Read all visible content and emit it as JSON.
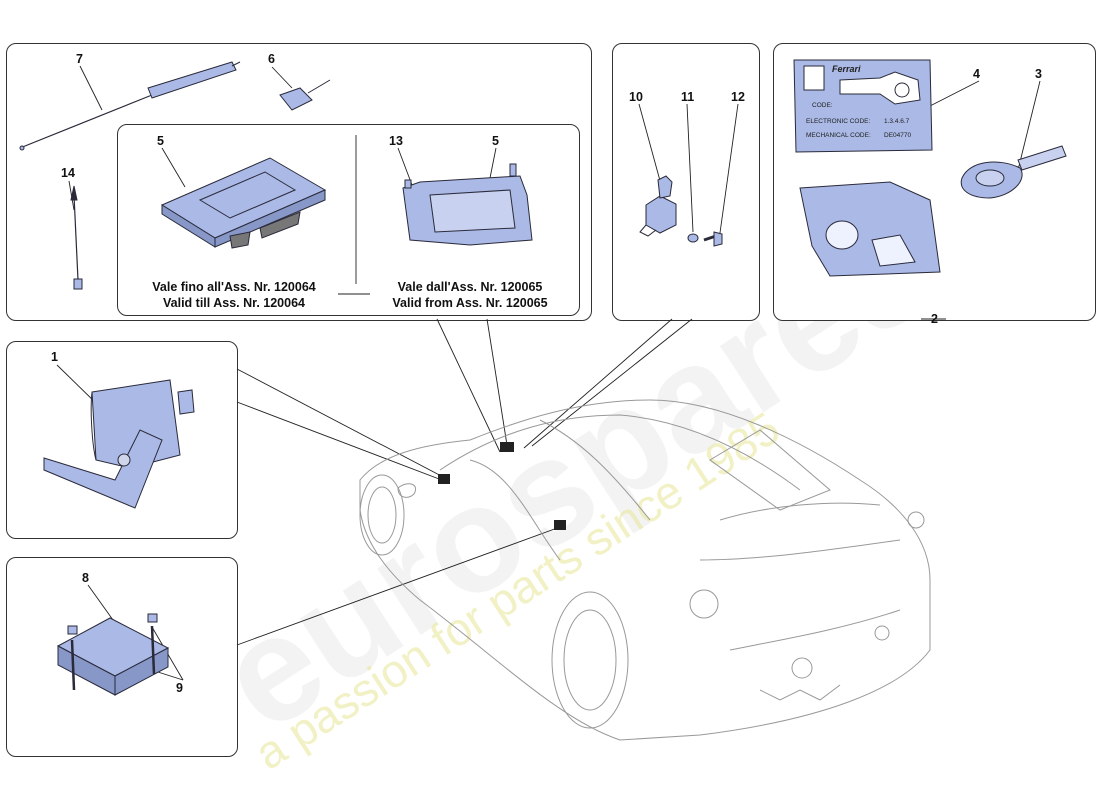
{
  "diagram": {
    "callouts": {
      "n1": "1",
      "n2": "2",
      "n3": "3",
      "n4": "4",
      "n5a": "5",
      "n5b": "5",
      "n6": "6",
      "n7": "7",
      "n8": "8",
      "n9": "9",
      "n10": "10",
      "n11": "11",
      "n12": "12",
      "n13": "13",
      "n14": "14"
    },
    "notes": {
      "till_it": "Vale fino all'Ass. Nr. 120064",
      "till_en": "Valid till Ass. Nr. 120064",
      "from_it": "Vale dall'Ass. Nr. 120065",
      "from_en": "Valid from Ass. Nr. 120065"
    },
    "key_plate": {
      "brand": "Ferrari",
      "code_label": "CODE:",
      "electronic_label": "ELECTRONIC CODE:",
      "electronic_value": "1.3.4.6.7",
      "mechanical_label": "MECHANICAL CODE:",
      "mechanical_value": "DE04770"
    },
    "watermark": {
      "brand": "eurospares",
      "tagline": "a passion for parts since 1985"
    },
    "colors": {
      "part_fill": "#aab9e6",
      "part_stroke": "#2a2a3a",
      "panel_border": "#333333",
      "watermark": "#e6e696"
    }
  }
}
